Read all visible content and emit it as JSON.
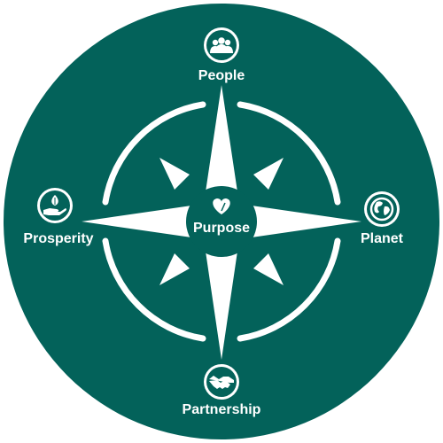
{
  "colors": {
    "background": "#ffffff",
    "circle": "#03625a",
    "foreground": "#ffffff"
  },
  "compass": {
    "center": {
      "label": "Purpose",
      "icon": "heart-leaf-icon"
    },
    "points": [
      {
        "id": "top",
        "label": "People",
        "icon": "people-group-icon"
      },
      {
        "id": "left",
        "label": "Prosperity",
        "icon": "hand-plant-icon"
      },
      {
        "id": "right",
        "label": "Planet",
        "icon": "globe-icon"
      },
      {
        "id": "bottom",
        "label": "Partnership",
        "icon": "handshake-icon"
      }
    ]
  }
}
